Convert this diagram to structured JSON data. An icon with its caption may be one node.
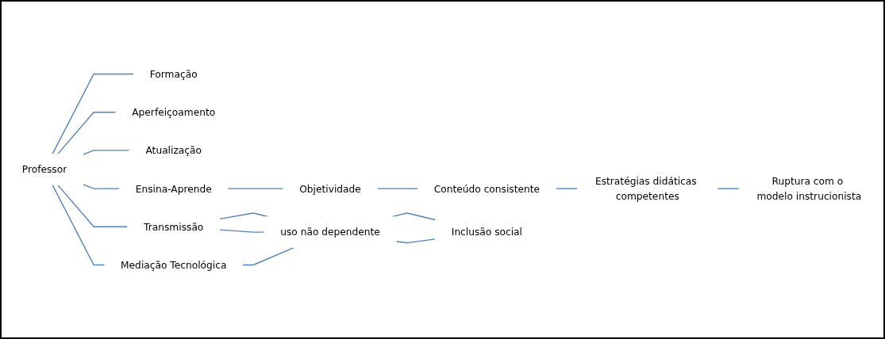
{
  "diagram": {
    "nodes": [
      {
        "text": [
          "Professor"
        ]
      },
      {
        "text": [
          "Formação"
        ]
      },
      {
        "text": [
          "Aperfeiçoamento"
        ]
      },
      {
        "text": [
          "Atualização"
        ]
      },
      {
        "text": [
          "Transmissão"
        ]
      },
      {
        "text": [
          "Ensina-Aprende"
        ]
      },
      {
        "text": [
          "Objetividade"
        ]
      },
      {
        "text": [
          "Conteúdo consistente"
        ]
      },
      {
        "text": [
          "Estratégias didáticas competentes"
        ]
      },
      {
        "text": [
          "Ruptura com o modelo instrucionista"
        ]
      },
      {
        "text": [
          "Mediação Tecnológica"
        ]
      },
      {
        "text": [
          "uso não dependente"
        ]
      },
      {
        "text": [
          "Inclusão social"
        ]
      }
    ],
    "edges": [
      {
        "from": 0,
        "to": 1,
        "arrow": "none"
      },
      {
        "from": 0,
        "to": 2,
        "arrow": "none"
      },
      {
        "from": 0,
        "to": 3,
        "arrow": "none"
      },
      {
        "from": 0,
        "to": 4,
        "arrow": "none"
      },
      {
        "from": 0,
        "to": 5,
        "arrow": "none"
      },
      {
        "from": 5,
        "to": 6,
        "arrow": "none"
      },
      {
        "from": 6,
        "to": 7,
        "arrow": "none"
      },
      {
        "from": 7,
        "to": 8,
        "arrow": "none"
      },
      {
        "from": 8,
        "to": 9,
        "arrow": "none"
      },
      {
        "from": 0,
        "to": 10,
        "arrow": "none"
      },
      {
        "from": 4,
        "to": 11,
        "arrow": "none"
      },
      {
        "from": 4,
        "to": 11,
        "arrow": "none"
      },
      {
        "from": 10,
        "to": 11,
        "arrow": "none"
      },
      {
        "from": 11,
        "to": 12,
        "arrow": "none"
      },
      {
        "from": 11,
        "to": 12,
        "arrow": "none"
      }
    ]
  }
}
